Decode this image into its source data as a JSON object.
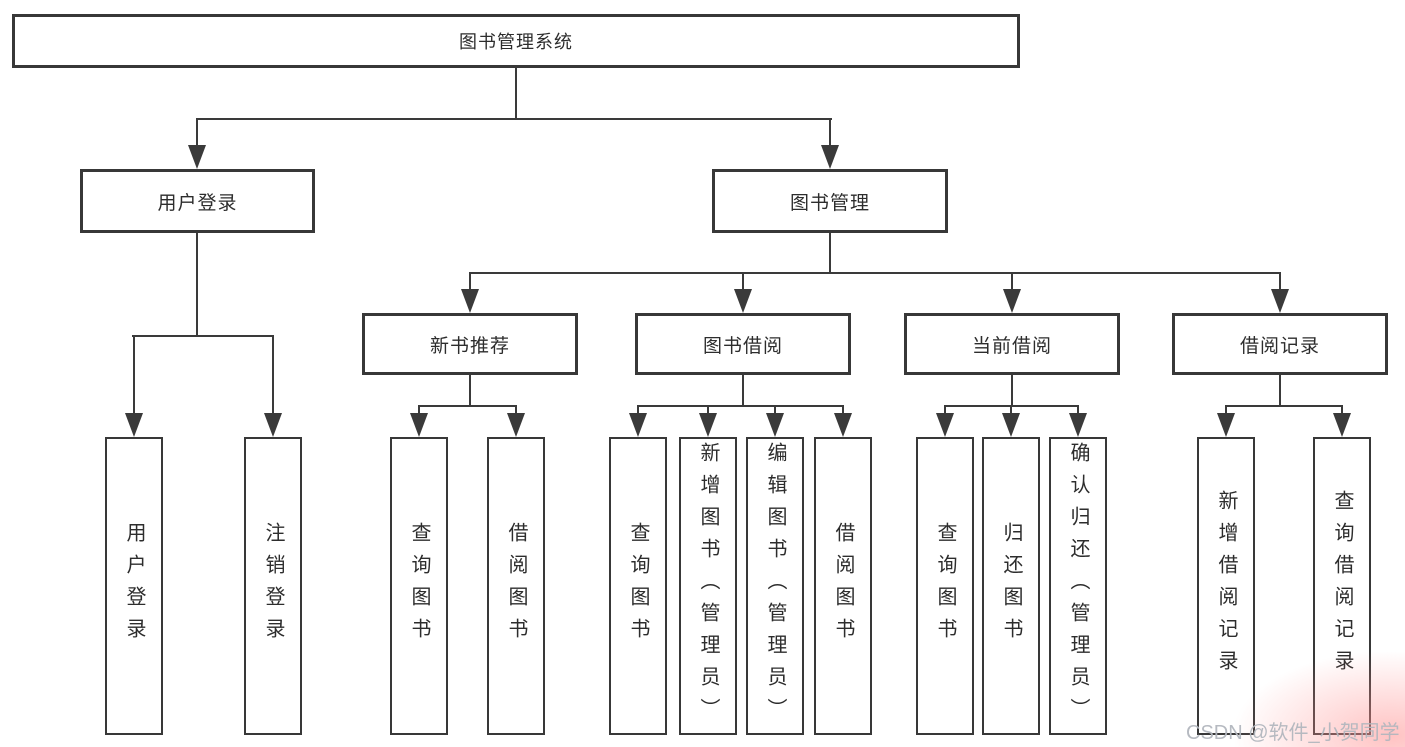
{
  "colors": {
    "line": "#3a3a3a",
    "box_border": "#383838",
    "text": "#2d2d2d",
    "background": "#ffffff",
    "watermark_text": "#b2b6be",
    "watermark_tint": "#ff9191"
  },
  "diagram": {
    "root": {
      "label": "图书管理系统"
    },
    "branches": [
      {
        "label": "用户登录",
        "children": [
          {
            "label": "用户登录"
          },
          {
            "label": "注销登录"
          }
        ]
      },
      {
        "label": "图书管理",
        "sections": [
          {
            "label": "新书推荐",
            "children": [
              {
                "label": "查询图书"
              },
              {
                "label": "借阅图书"
              }
            ]
          },
          {
            "label": "图书借阅",
            "children": [
              {
                "label": "查询图书"
              },
              {
                "label": "新增图书（管理员）"
              },
              {
                "label": "编辑图书（管理员）"
              },
              {
                "label": "借阅图书"
              }
            ]
          },
          {
            "label": "当前借阅",
            "children": [
              {
                "label": "查询图书"
              },
              {
                "label": "归还图书"
              },
              {
                "label": "确认归还（管理员）"
              }
            ]
          },
          {
            "label": "借阅记录",
            "children": [
              {
                "label": "新增借阅记录"
              },
              {
                "label": "查询借阅记录"
              }
            ]
          }
        ]
      }
    ]
  },
  "watermark": {
    "text": "CSDN @软件_小贺同学"
  }
}
